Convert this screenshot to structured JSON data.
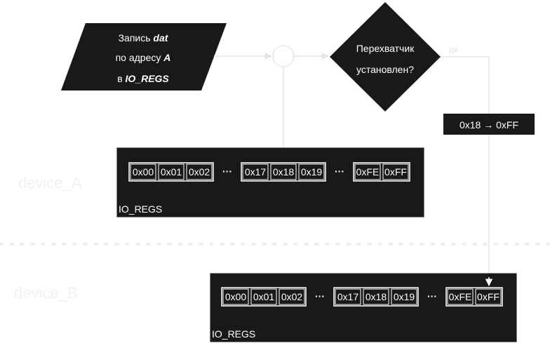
{
  "lanes": [
    "device_A",
    "device_B"
  ],
  "parallelogram": {
    "line1_prefix": "Запись ",
    "line1_em": "dat",
    "line2_prefix": "по адресу ",
    "line2_em": "A",
    "line3_prefix": "в ",
    "line3_em": "IO_REGS"
  },
  "decision": {
    "line1": "Перехватчик",
    "line2": "установлен?"
  },
  "yes_label": "да",
  "remap": "0x18 → 0xFF",
  "regs_label": "IO_REGS",
  "regs": [
    "0x00",
    "0x01",
    "0x02",
    "0x17",
    "0x18",
    "0x19",
    "0xFE",
    "0xFF"
  ],
  "ellipsis": "···",
  "colors": {
    "block": "#1b181c",
    "connector": "#e6e6e6",
    "lane_text": "#f1f1f1"
  }
}
